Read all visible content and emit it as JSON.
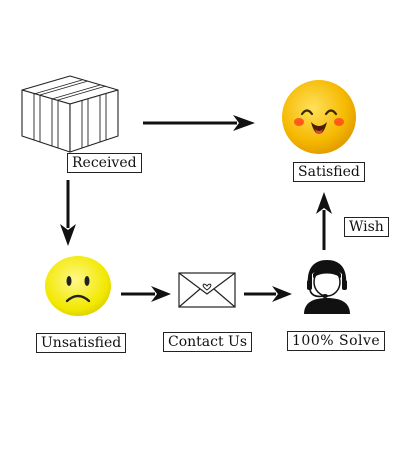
{
  "nodes": {
    "received": "Received",
    "satisfied": "Satisfied",
    "wish": "Wish",
    "unsatisfied": "Unsatisfied",
    "contact_us": "Contact Us",
    "solve": "100% Solve"
  },
  "colors": {
    "happy_face": "#f5b800",
    "sad_face": "#f2e800",
    "cheek": "#ff5a1a",
    "line": "#111111"
  },
  "icons": {
    "received": "package-box-icon",
    "satisfied": "happy-face-icon",
    "unsatisfied": "sad-face-icon",
    "contact_us": "envelope-icon",
    "solve": "support-agent-icon"
  }
}
